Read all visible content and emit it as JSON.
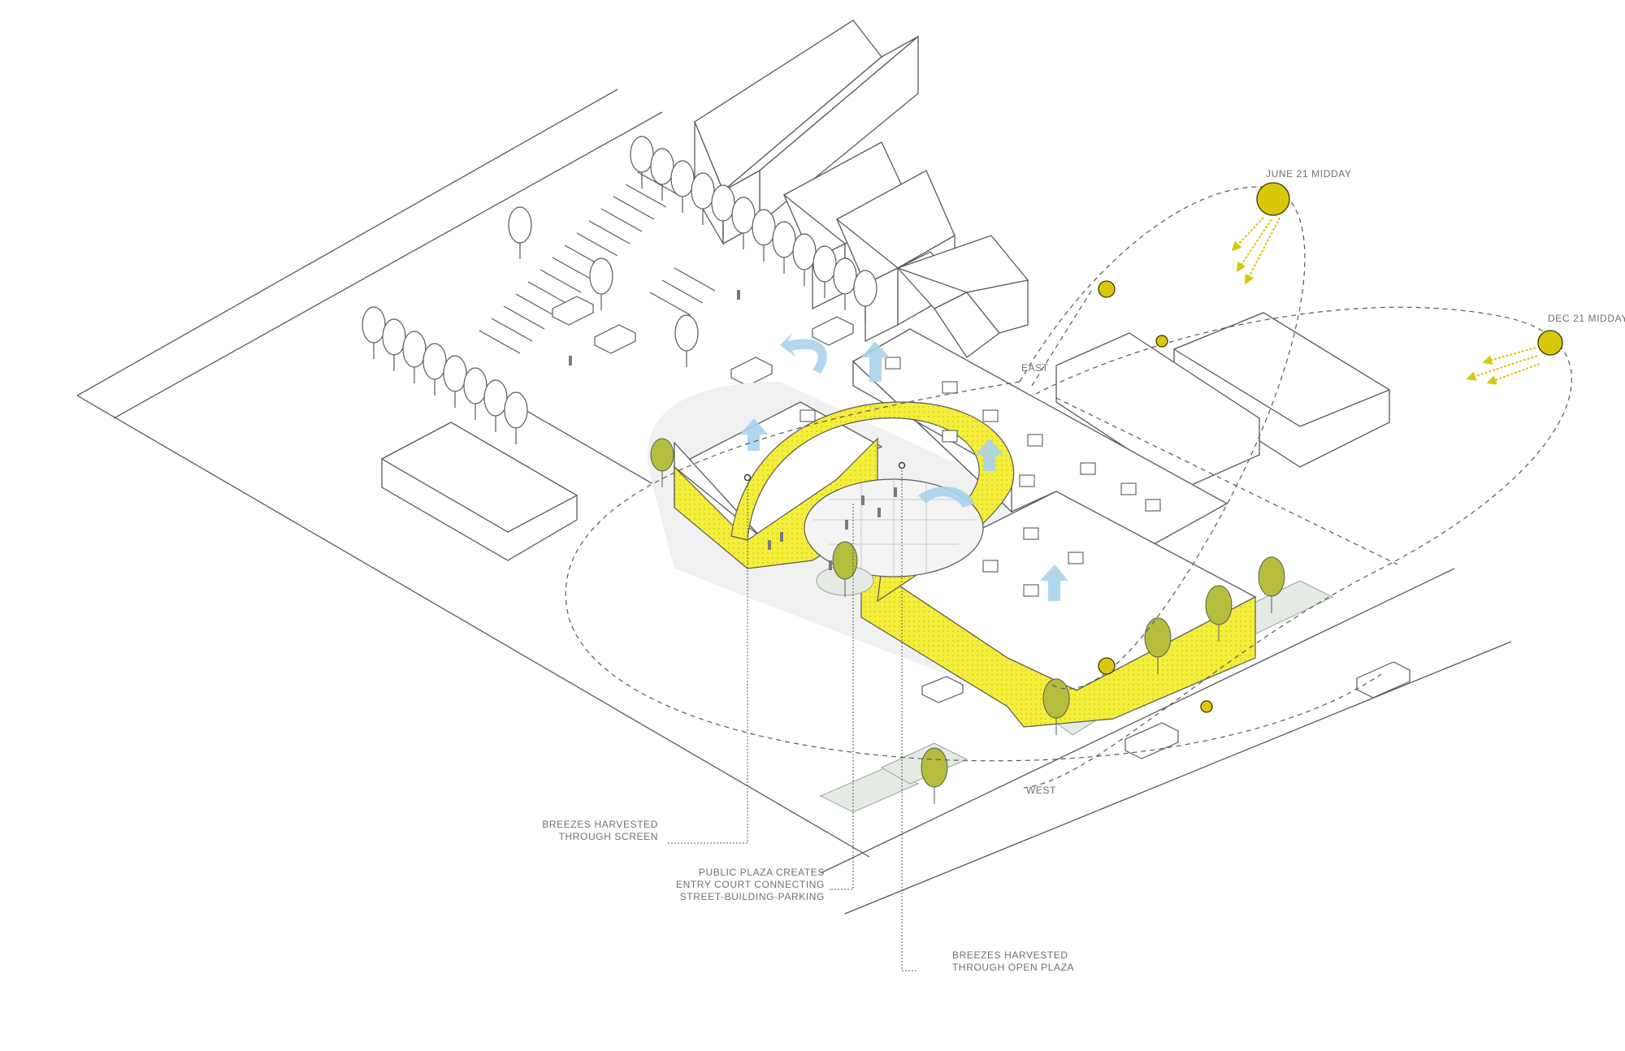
{
  "colors": {
    "line": "#5a5a5a",
    "facade_yellow": "#f2ea2a",
    "sun_fill": "#d9c70a",
    "sun_stroke": "#3a3a00",
    "tree_fill": "#b5bd3c",
    "breeze": "#a9d3ec",
    "ground_tint": "#e8efe8"
  },
  "sun": {
    "june_label": "JUNE 21 MIDDAY",
    "dec_label": "DEC 21 MIDDAY",
    "east_label": "EAST",
    "west_label": "WEST"
  },
  "callouts": {
    "screen": [
      "BREEZES HARVESTED",
      "THROUGH SCREEN"
    ],
    "plaza": [
      "PUBLIC PLAZA CREATES",
      "ENTRY COURT CONNECTING",
      "STREET-BUILDING-PARKING"
    ],
    "open_plaza": [
      "BREEZES HARVESTED",
      "THROUGH OPEN PLAZA"
    ]
  }
}
